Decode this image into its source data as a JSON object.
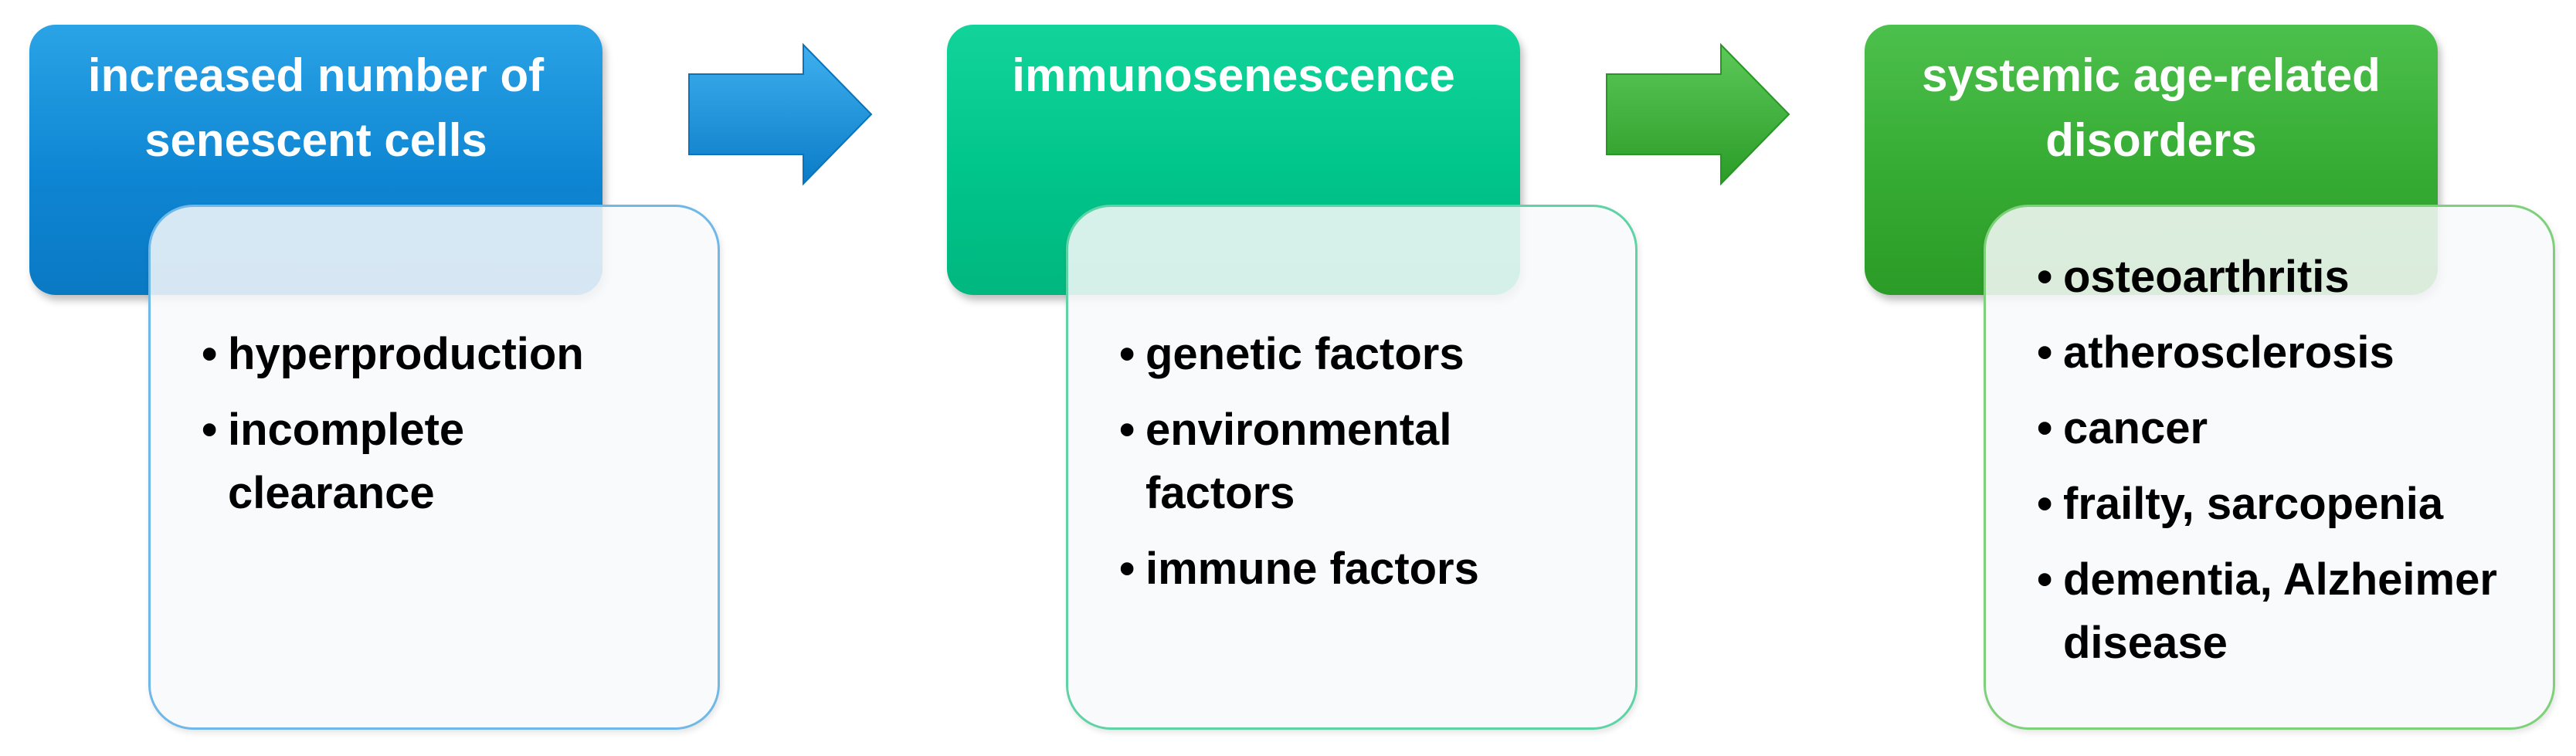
{
  "colors": {
    "stage1": "#0f86d3",
    "stage2": "#00c58b",
    "stage3": "#36ab33",
    "text": "#000000",
    "header_text": "#ffffff"
  },
  "stages": [
    {
      "title_lines": [
        "increased number of",
        "senescent cells"
      ],
      "items": [
        "hyperproduction",
        "incomplete clearance"
      ]
    },
    {
      "title_lines": [
        "immunosenescence"
      ],
      "items": [
        "genetic factors",
        "environmental factors",
        "immune factors"
      ]
    },
    {
      "title_lines": [
        "systemic age-related",
        "disorders"
      ],
      "items": [
        "osteoarthritis",
        "atherosclerosis",
        "cancer",
        "frailty, sarcopenia",
        "dementia, Alzheimer disease"
      ]
    }
  ],
  "arrows": [
    {
      "from": "increased number of senescent cells",
      "to": "immunosenescence",
      "icon": "arrow-right-icon"
    },
    {
      "from": "immunosenescence",
      "to": "systemic age-related disorders",
      "icon": "arrow-right-icon"
    }
  ]
}
